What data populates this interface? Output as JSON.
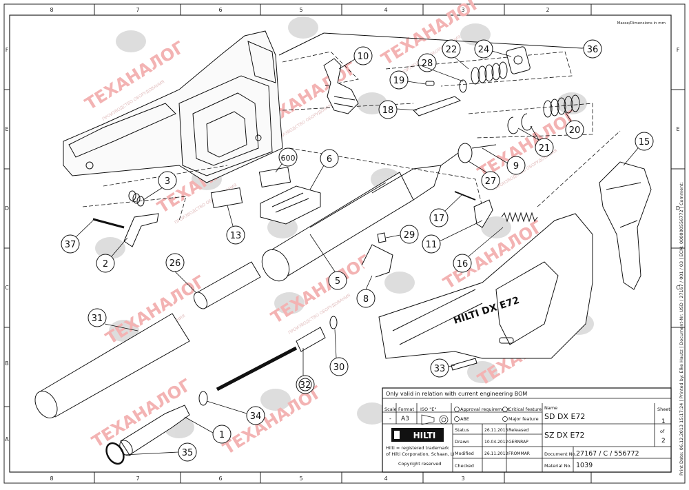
{
  "header": {
    "zones_top": [
      "8",
      "7",
      "6",
      "5",
      "4",
      "3",
      "2"
    ],
    "zones_side": [
      "F",
      "E",
      "D",
      "C",
      "B",
      "A"
    ],
    "dims_note": "Masse/Dimensions in mm",
    "side_strip": "Print Date: 06.12.2013 15:17:24 | Printed by: Elke Hautz | Document-Nr: USD / 27167 / 001 / 03 | ECM: 000000556772 | Comment:"
  },
  "callouts": [
    "10",
    "22",
    "24",
    "36",
    "28",
    "19",
    "18",
    "20",
    "21",
    "15",
    "9",
    "27",
    "600",
    "6",
    "3",
    "13",
    "37",
    "2",
    "17",
    "29",
    "11",
    "16",
    "26",
    "5",
    "8",
    "31",
    "30",
    "32",
    "33",
    "34",
    "1",
    "35"
  ],
  "watermark": {
    "text": "ТЕХАНАЛОГ",
    "subtext": "ПРОИЗВОДСТВО ОБОРУДОВАНИЯ"
  },
  "product_label": "HILTI DX E72",
  "title_block": {
    "note": "Only valid in relation with current engineering BOM",
    "scale_label": "Scale",
    "scale_value": "-",
    "format_label": "Format",
    "format_value": "A3",
    "iso_label": "ISO \"E\"",
    "approval_label": "Approval requirement",
    "abe_label": "ABE",
    "critical_label": "Critical feature",
    "major_label": "Major feature",
    "name_label": "Name",
    "name_line1": "SD DX E72",
    "name_line2": "SZ DX E72",
    "sheet_label": "Sheet",
    "sheet_value": "1",
    "of_label": "of",
    "of_value": "2",
    "brand": "HILTI",
    "trademark_line1": "Hilti = registered trademark",
    "trademark_line2": "of Hilti Corporation, Schaan, LI",
    "copyright": "Copyright reserved",
    "status_label": "Status",
    "status_date": "26.11.2013",
    "status_value": "Released",
    "drawn_label": "Drawn",
    "drawn_date": "10.04.2012",
    "drawn_by": "GERNRAP",
    "modified_label": "Modified",
    "modified_date": "26.11.2013",
    "modified_by": "FROMMAR",
    "checked_label": "Checked",
    "docno_label": "Document No.",
    "docno_value": "27167 / C / 556772",
    "material_label": "Material No.",
    "material_value": "1039"
  }
}
